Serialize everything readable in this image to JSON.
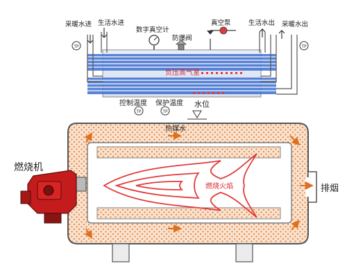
{
  "labels": {
    "heating_return": "采暖水进",
    "domestic_in": "生活水进",
    "vacuum_gauge": "数字真空计",
    "explosion_valve": "防爆阀",
    "vacuum_pump": "真空泵",
    "domestic_out": "生活水出",
    "heating_out": "采暖水出",
    "vacuum_chamber": "负压蒸气室",
    "control_temp": "控制温度",
    "protect_temp": "保护温度",
    "water_level": "水位",
    "heat_medium": "热媒水",
    "flame": "燃烧火焰",
    "burner": "燃烧机",
    "exhaust": "排烟",
    "tp": "TP"
  },
  "colors": {
    "shell": "#5a5a5a",
    "water": "#f7ddc8",
    "water_dots": "#e57a33",
    "flame": "#e23a3a",
    "tube_blue": "#3c6fd0",
    "steam_dots": "#e23a3a",
    "burner_red": "#c41c1c"
  }
}
